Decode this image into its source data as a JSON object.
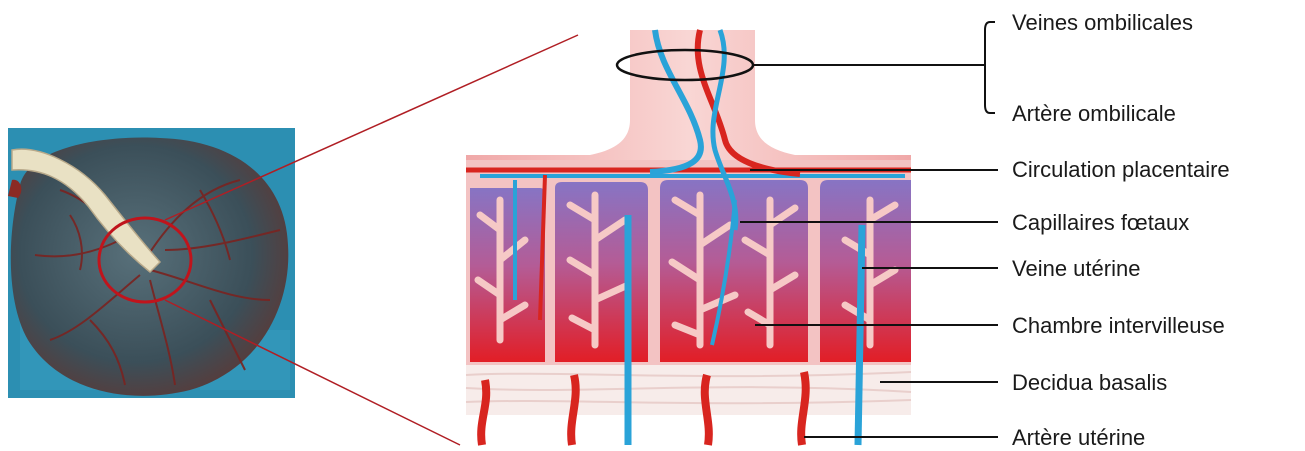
{
  "labels": {
    "veines_ombilicales": "Veines ombilicales",
    "artere_ombilicale": "Artère ombilicale",
    "circulation_placentaire": "Circulation placentaire",
    "capillaires_foetaux": "Capillaires fœtaux",
    "veine_uterine": "Veine utérine",
    "chambre_intervilleuse": "Chambre intervilleuse",
    "decidua_basalis": "Decidua basalis",
    "artere_uterine": "Artère utérine"
  },
  "colors": {
    "photo_background": "#2b8fb0",
    "placenta_tissue": "#3f5560",
    "highlight_circle": "#c0141c",
    "zoom_lines": "#b01e24",
    "artery": "#d8251f",
    "vein": "#2aa3d8",
    "chamber_top": "#8c78c6",
    "chamber_bottom": "#e01f28",
    "tissue_pink": "#f2b8b8",
    "leader_lines": "#111111"
  }
}
